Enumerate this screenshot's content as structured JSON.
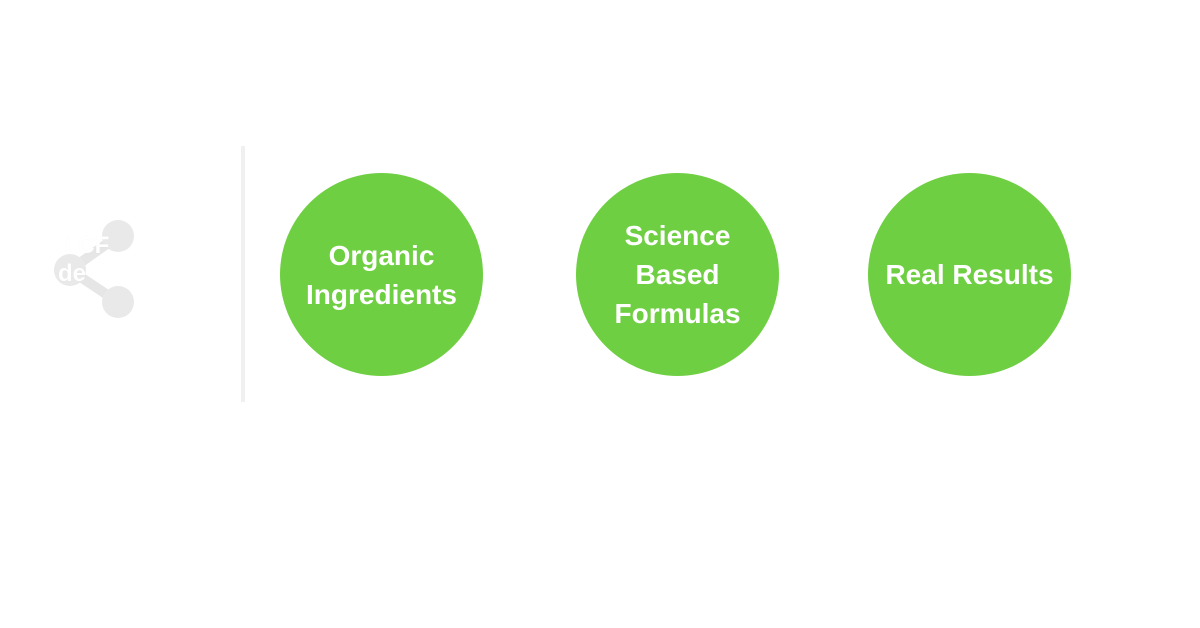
{
  "colors": {
    "accent": "#6fcf42",
    "logo": "#e6e6e6",
    "divider": "#f0f0f0"
  },
  "logo": {
    "icon": "share-icon",
    "text_line1": "i CF",
    "text_line2": "de"
  },
  "features": [
    {
      "label": "Organic\nIngredients"
    },
    {
      "label": "Science\nBased\nFormulas"
    },
    {
      "label": "Real Results"
    }
  ]
}
